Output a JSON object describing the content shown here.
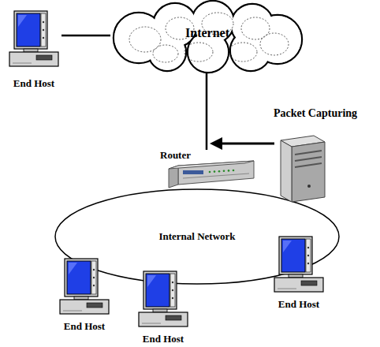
{
  "diagram": {
    "nodes": [
      {
        "text": [
          "End Host"
        ]
      },
      {
        "text": [
          "Internet"
        ]
      },
      {
        "text": [
          "Packet Capturing"
        ]
      },
      {
        "text": [
          "Router"
        ]
      },
      {
        "text": [
          "Internal Network"
        ]
      },
      {
        "text": [
          "End Host"
        ]
      },
      {
        "text": [
          "End Host"
        ]
      },
      {
        "text": [
          "End Host"
        ]
      }
    ],
    "edges": [
      {
        "from": 0,
        "to": 1,
        "arrow": "none"
      },
      {
        "from": 1,
        "to": 3,
        "arrow": "none"
      }
    ]
  }
}
